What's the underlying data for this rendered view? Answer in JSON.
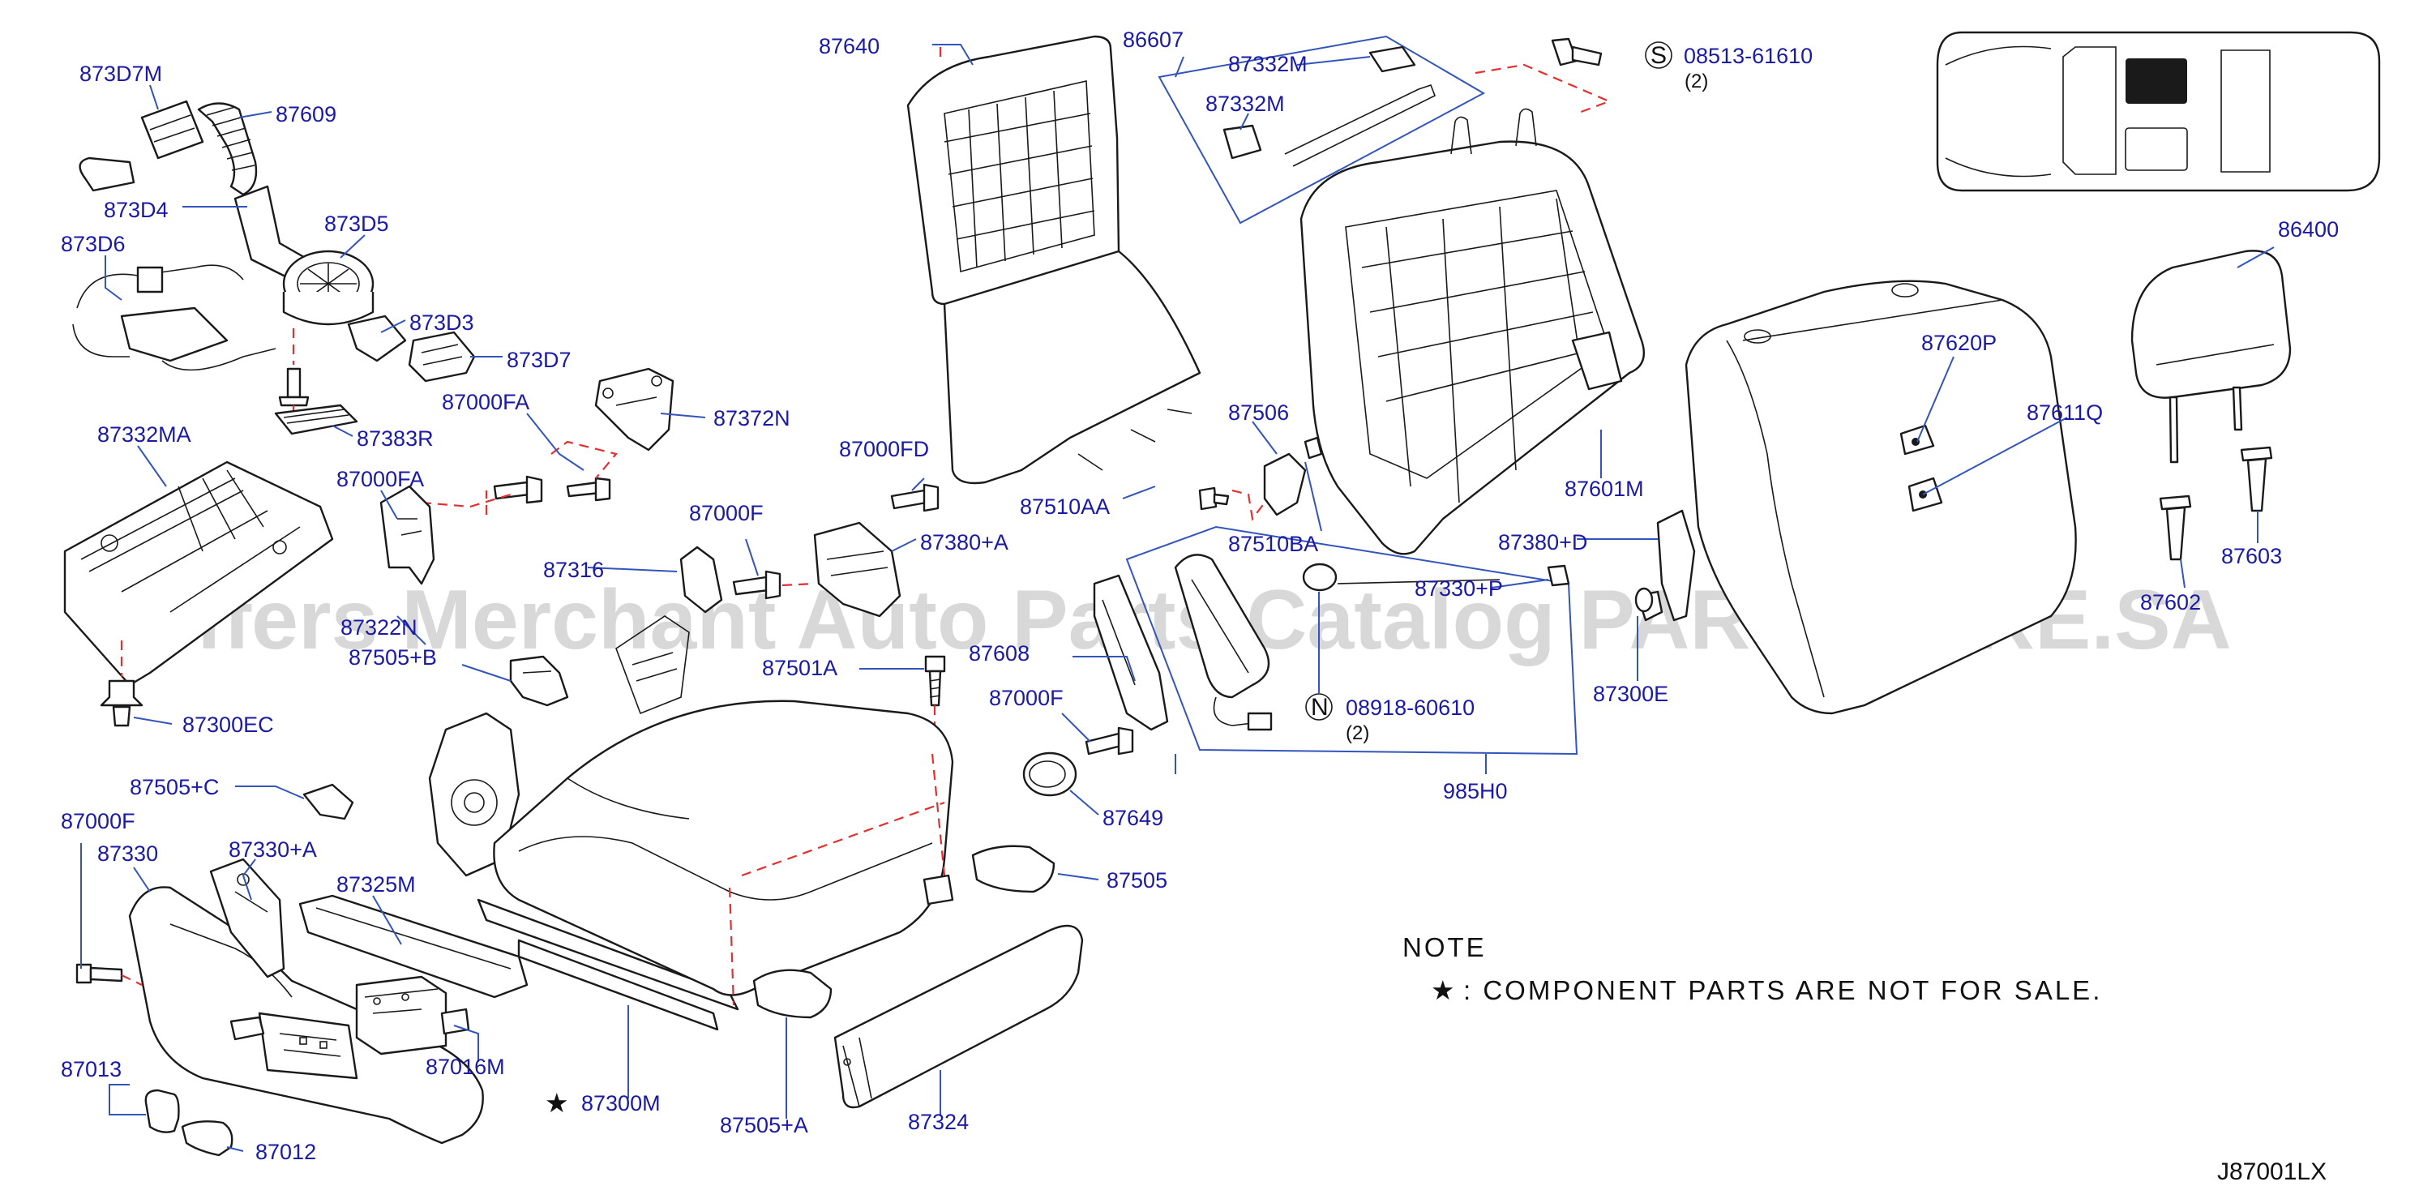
{
  "labels": [
    {
      "id": "873D7M",
      "text": "873D7M"
    },
    {
      "id": "87609",
      "text": "87609"
    },
    {
      "id": "873D4",
      "text": "873D4"
    },
    {
      "id": "873D5",
      "text": "873D5"
    },
    {
      "id": "873D6",
      "text": "873D6"
    },
    {
      "id": "873D3",
      "text": "873D3"
    },
    {
      "id": "873D7",
      "text": "873D7"
    },
    {
      "id": "87383R",
      "text": "87383R"
    },
    {
      "id": "87332MA",
      "text": "87332MA"
    },
    {
      "id": "87000FA_1",
      "text": "87000FA"
    },
    {
      "id": "87000FA_2",
      "text": "87000FA"
    },
    {
      "id": "87372N",
      "text": "87372N"
    },
    {
      "id": "87322N",
      "text": "87322N"
    },
    {
      "id": "87316",
      "text": "87316"
    },
    {
      "id": "87505B",
      "text": "87505+B"
    },
    {
      "id": "87000F_1",
      "text": "87000F"
    },
    {
      "id": "87000FD",
      "text": "87000FD"
    },
    {
      "id": "87380A",
      "text": "87380+A"
    },
    {
      "id": "87501A",
      "text": "87501A"
    },
    {
      "id": "87300EC",
      "text": "87300EC"
    },
    {
      "id": "87505C",
      "text": "87505+C"
    },
    {
      "id": "87000F_2",
      "text": "87000F"
    },
    {
      "id": "87330",
      "text": "87330"
    },
    {
      "id": "87330A",
      "text": "87330+A"
    },
    {
      "id": "87325M",
      "text": "87325M"
    },
    {
      "id": "87016M",
      "text": "87016M"
    },
    {
      "id": "87013",
      "text": "87013"
    },
    {
      "id": "87012",
      "text": "87012"
    },
    {
      "id": "87300M",
      "text": "87300M"
    },
    {
      "id": "87505A",
      "text": "87505+A"
    },
    {
      "id": "87324",
      "text": "87324"
    },
    {
      "id": "87640",
      "text": "87640"
    },
    {
      "id": "86607",
      "text": "86607"
    },
    {
      "id": "87332M_1",
      "text": "87332M"
    },
    {
      "id": "87332M_2",
      "text": "87332M"
    },
    {
      "id": "87510AA",
      "text": "87510AA"
    },
    {
      "id": "87506",
      "text": "87506"
    },
    {
      "id": "87510BA",
      "text": "87510BA"
    },
    {
      "id": "87608",
      "text": "87608"
    },
    {
      "id": "87000F_3",
      "text": "87000F"
    },
    {
      "id": "87649",
      "text": "87649"
    },
    {
      "id": "87505",
      "text": "87505"
    },
    {
      "id": "87601M",
      "text": "87601M"
    },
    {
      "id": "87380D",
      "text": "87380+D"
    },
    {
      "id": "87330P",
      "text": "87330+P"
    },
    {
      "id": "87300E",
      "text": "87300E"
    },
    {
      "id": "985H0",
      "text": "985H0"
    },
    {
      "id": "87620P",
      "text": "87620P"
    },
    {
      "id": "87611Q",
      "text": "87611Q"
    },
    {
      "id": "86400",
      "text": "86400"
    },
    {
      "id": "87603",
      "text": "87603"
    },
    {
      "id": "87602",
      "text": "87602"
    }
  ],
  "callouts": {
    "s_symbol": "S",
    "s_part": "08513-61610",
    "s_qty": "(2)",
    "n_symbol": "N",
    "n_part": "08918-60610",
    "n_qty": "(2)"
  },
  "note": {
    "heading": "NOTE",
    "star": "★",
    "text": ":  COMPONENT  PARTS  ARE  NOT  FOR  SALE."
  },
  "star_marker": "★",
  "diagram_code": "J87001LX",
  "watermark": "Offers Merchant Auto Parts Catalog PARTSTORE.SA"
}
